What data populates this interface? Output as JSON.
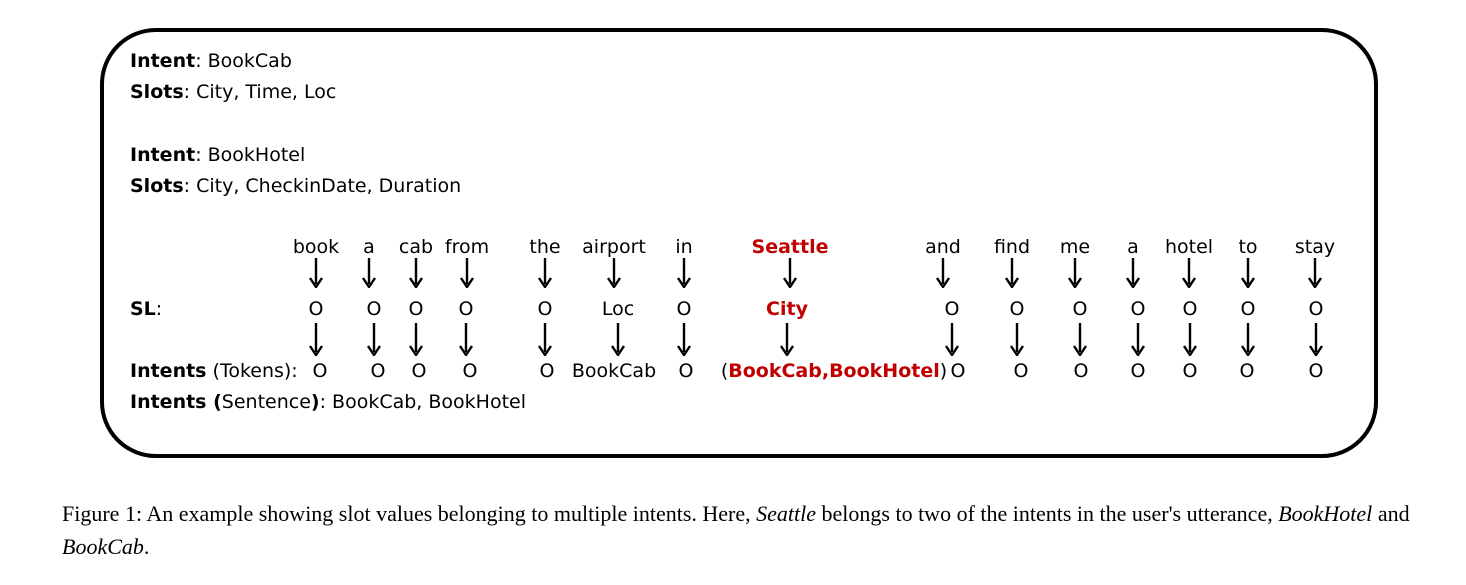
{
  "defs": [
    {
      "intent_label": "Intent",
      "intent_value": ": BookCab",
      "slots_label": "Slots",
      "slots_value": ": City, Time, Loc"
    },
    {
      "intent_label": "Intent",
      "intent_value": ": BookHotel",
      "slots_label": "Slots",
      "slots_value": ": City, CheckinDate, Duration"
    }
  ],
  "tokens": [
    "book",
    "a",
    "cab",
    "from",
    "the",
    "airport",
    "in",
    "Seattle",
    "and",
    "find",
    "me",
    "a",
    "hotel",
    "to",
    "stay"
  ],
  "sl": {
    "label": "SL",
    "colon": ":",
    "tags": [
      "O",
      "O",
      "O",
      "O",
      "O",
      "Loc",
      "O",
      "City",
      "O",
      "O",
      "O",
      "O",
      "O",
      "O",
      "O"
    ]
  },
  "intents_tokens": {
    "label": "Intents",
    "suffix": " (Tokens):",
    "tags": [
      "O",
      "O",
      "O",
      "O",
      "O",
      "BookCab",
      "O",
      "(BookCab,BookHotel)",
      "O",
      "O",
      "O",
      "O",
      "O",
      "O",
      "O"
    ],
    "paren_open": "(",
    "highlight": "BookCab,BookHotel",
    "paren_close": ")"
  },
  "intents_sentence": {
    "label": "Intents",
    "open_paren": " (",
    "middle": "Sentence",
    "close_paren": ")",
    "value": ": BookCab, BookHotel"
  },
  "highlight_index": 7,
  "colors": {
    "highlight": "#c00000"
  },
  "caption": {
    "prefix": "Figure 1: An example showing slot values belonging to multiple intents. Here, ",
    "italic1": "Seattle",
    "middle": " belongs to two of the intents in the user's utterance, ",
    "italic2": "BookHotel",
    "and_text": " and ",
    "italic3": "BookCab",
    "suffix": "."
  }
}
